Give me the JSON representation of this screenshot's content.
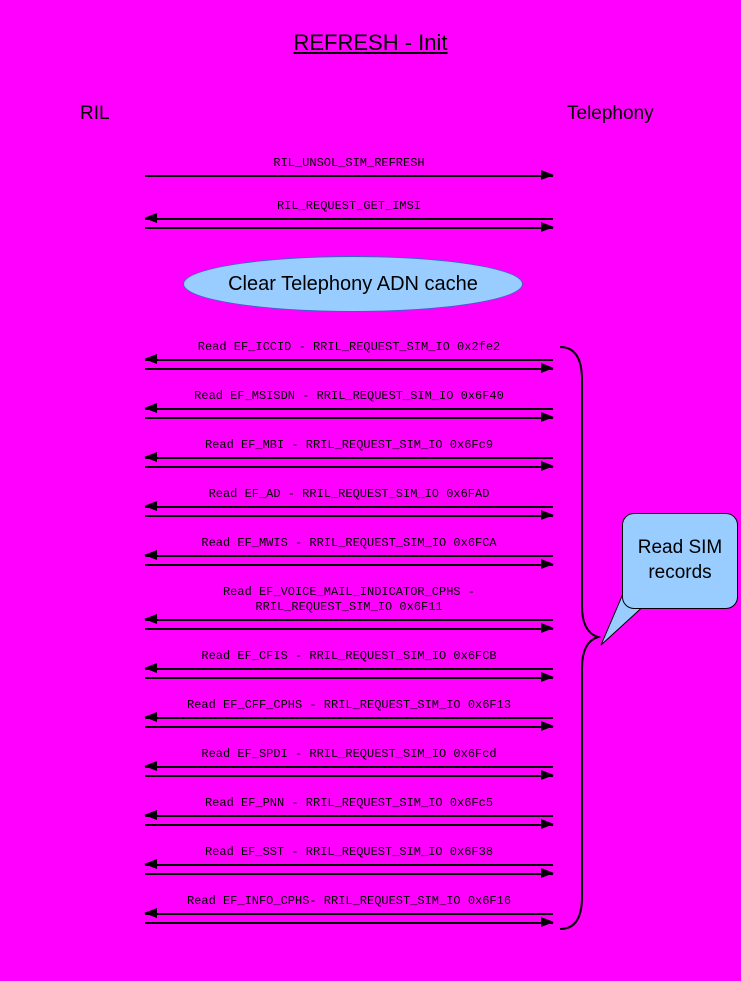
{
  "title": "REFRESH - Init",
  "actors": {
    "left": "RIL",
    "right": "Telephony"
  },
  "messages": [
    {
      "label": "RIL_UNSOL_SIM_REFRESH",
      "direction": "right"
    },
    {
      "label": "RIL_REQUEST_GET_IMSI",
      "direction": "both"
    }
  ],
  "note": {
    "label": "Clear Telephony ADN cache"
  },
  "reads": [
    {
      "label": "Read EF_ICCID - RRIL_REQUEST_SIM_IO 0x2fe2"
    },
    {
      "label": "Read EF_MSISDN - RRIL_REQUEST_SIM_IO 0x6F40"
    },
    {
      "label": "Read EF_MBI - RRIL_REQUEST_SIM_IO 0x6Fc9"
    },
    {
      "label": "Read EF_AD - RRIL_REQUEST_SIM_IO 0x6FAD"
    },
    {
      "label": "Read EF_MWIS - RRIL_REQUEST_SIM_IO 0x6FCA"
    },
    {
      "label": "Read EF_VOICE_MAIL_INDICATOR_CPHS -\nRRIL_REQUEST_SIM_IO 0x6F11"
    },
    {
      "label": "Read EF_CFIS - RRIL_REQUEST_SIM_IO 0x6FCB"
    },
    {
      "label": "Read EF_CFF_CPHS - RRIL_REQUEST_SIM_IO 0x6F13"
    },
    {
      "label": "Read EF_SPDI - RRIL_REQUEST_SIM_IO 0x6Fcd"
    },
    {
      "label": "Read EF_PNN - RRIL_REQUEST_SIM_IO 0x6Fc5"
    },
    {
      "label": "Read EF_SST - RRIL_REQUEST_SIM_IO 0x6F38"
    },
    {
      "label": "Read EF_INFO_CPHS- RRIL_REQUEST_SIM_IO 0x6F16"
    }
  ],
  "callout": {
    "label": "Read SIM records"
  },
  "colors": {
    "background": "#FF00FF",
    "shape_fill": "#99CCFF",
    "line": "#000000"
  }
}
